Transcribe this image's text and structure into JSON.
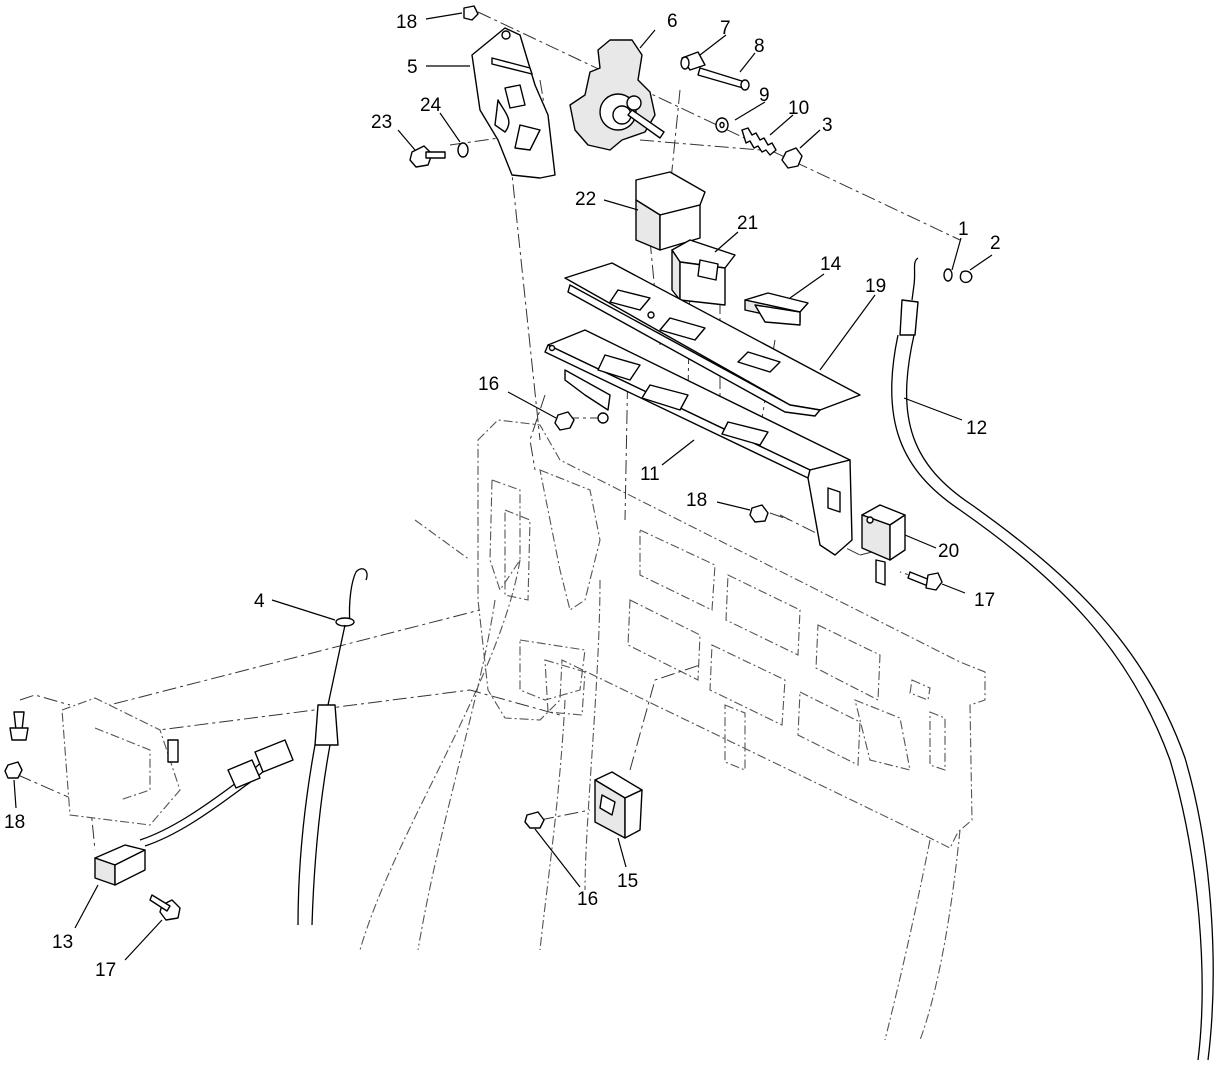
{
  "diagram": {
    "callouts": [
      {
        "id": "c1",
        "text": "1"
      },
      {
        "id": "c2",
        "text": "2"
      },
      {
        "id": "c3",
        "text": "3"
      },
      {
        "id": "c4",
        "text": "4"
      },
      {
        "id": "c5",
        "text": "5"
      },
      {
        "id": "c6",
        "text": "6"
      },
      {
        "id": "c7",
        "text": "7"
      },
      {
        "id": "c8",
        "text": "8"
      },
      {
        "id": "c9",
        "text": "9"
      },
      {
        "id": "c10",
        "text": "10"
      },
      {
        "id": "c11",
        "text": "11"
      },
      {
        "id": "c12",
        "text": "12"
      },
      {
        "id": "c13",
        "text": "13"
      },
      {
        "id": "c14",
        "text": "14"
      },
      {
        "id": "c15",
        "text": "15"
      },
      {
        "id": "c16a",
        "text": "16"
      },
      {
        "id": "c16b",
        "text": "16"
      },
      {
        "id": "c17a",
        "text": "17"
      },
      {
        "id": "c17b",
        "text": "17"
      },
      {
        "id": "c18a",
        "text": "18"
      },
      {
        "id": "c18b",
        "text": "18"
      },
      {
        "id": "c18c",
        "text": "18"
      },
      {
        "id": "c19",
        "text": "19"
      },
      {
        "id": "c20",
        "text": "20"
      },
      {
        "id": "c21",
        "text": "21"
      },
      {
        "id": "c22",
        "text": "22"
      },
      {
        "id": "c23",
        "text": "23"
      },
      {
        "id": "c24",
        "text": "24"
      }
    ]
  }
}
